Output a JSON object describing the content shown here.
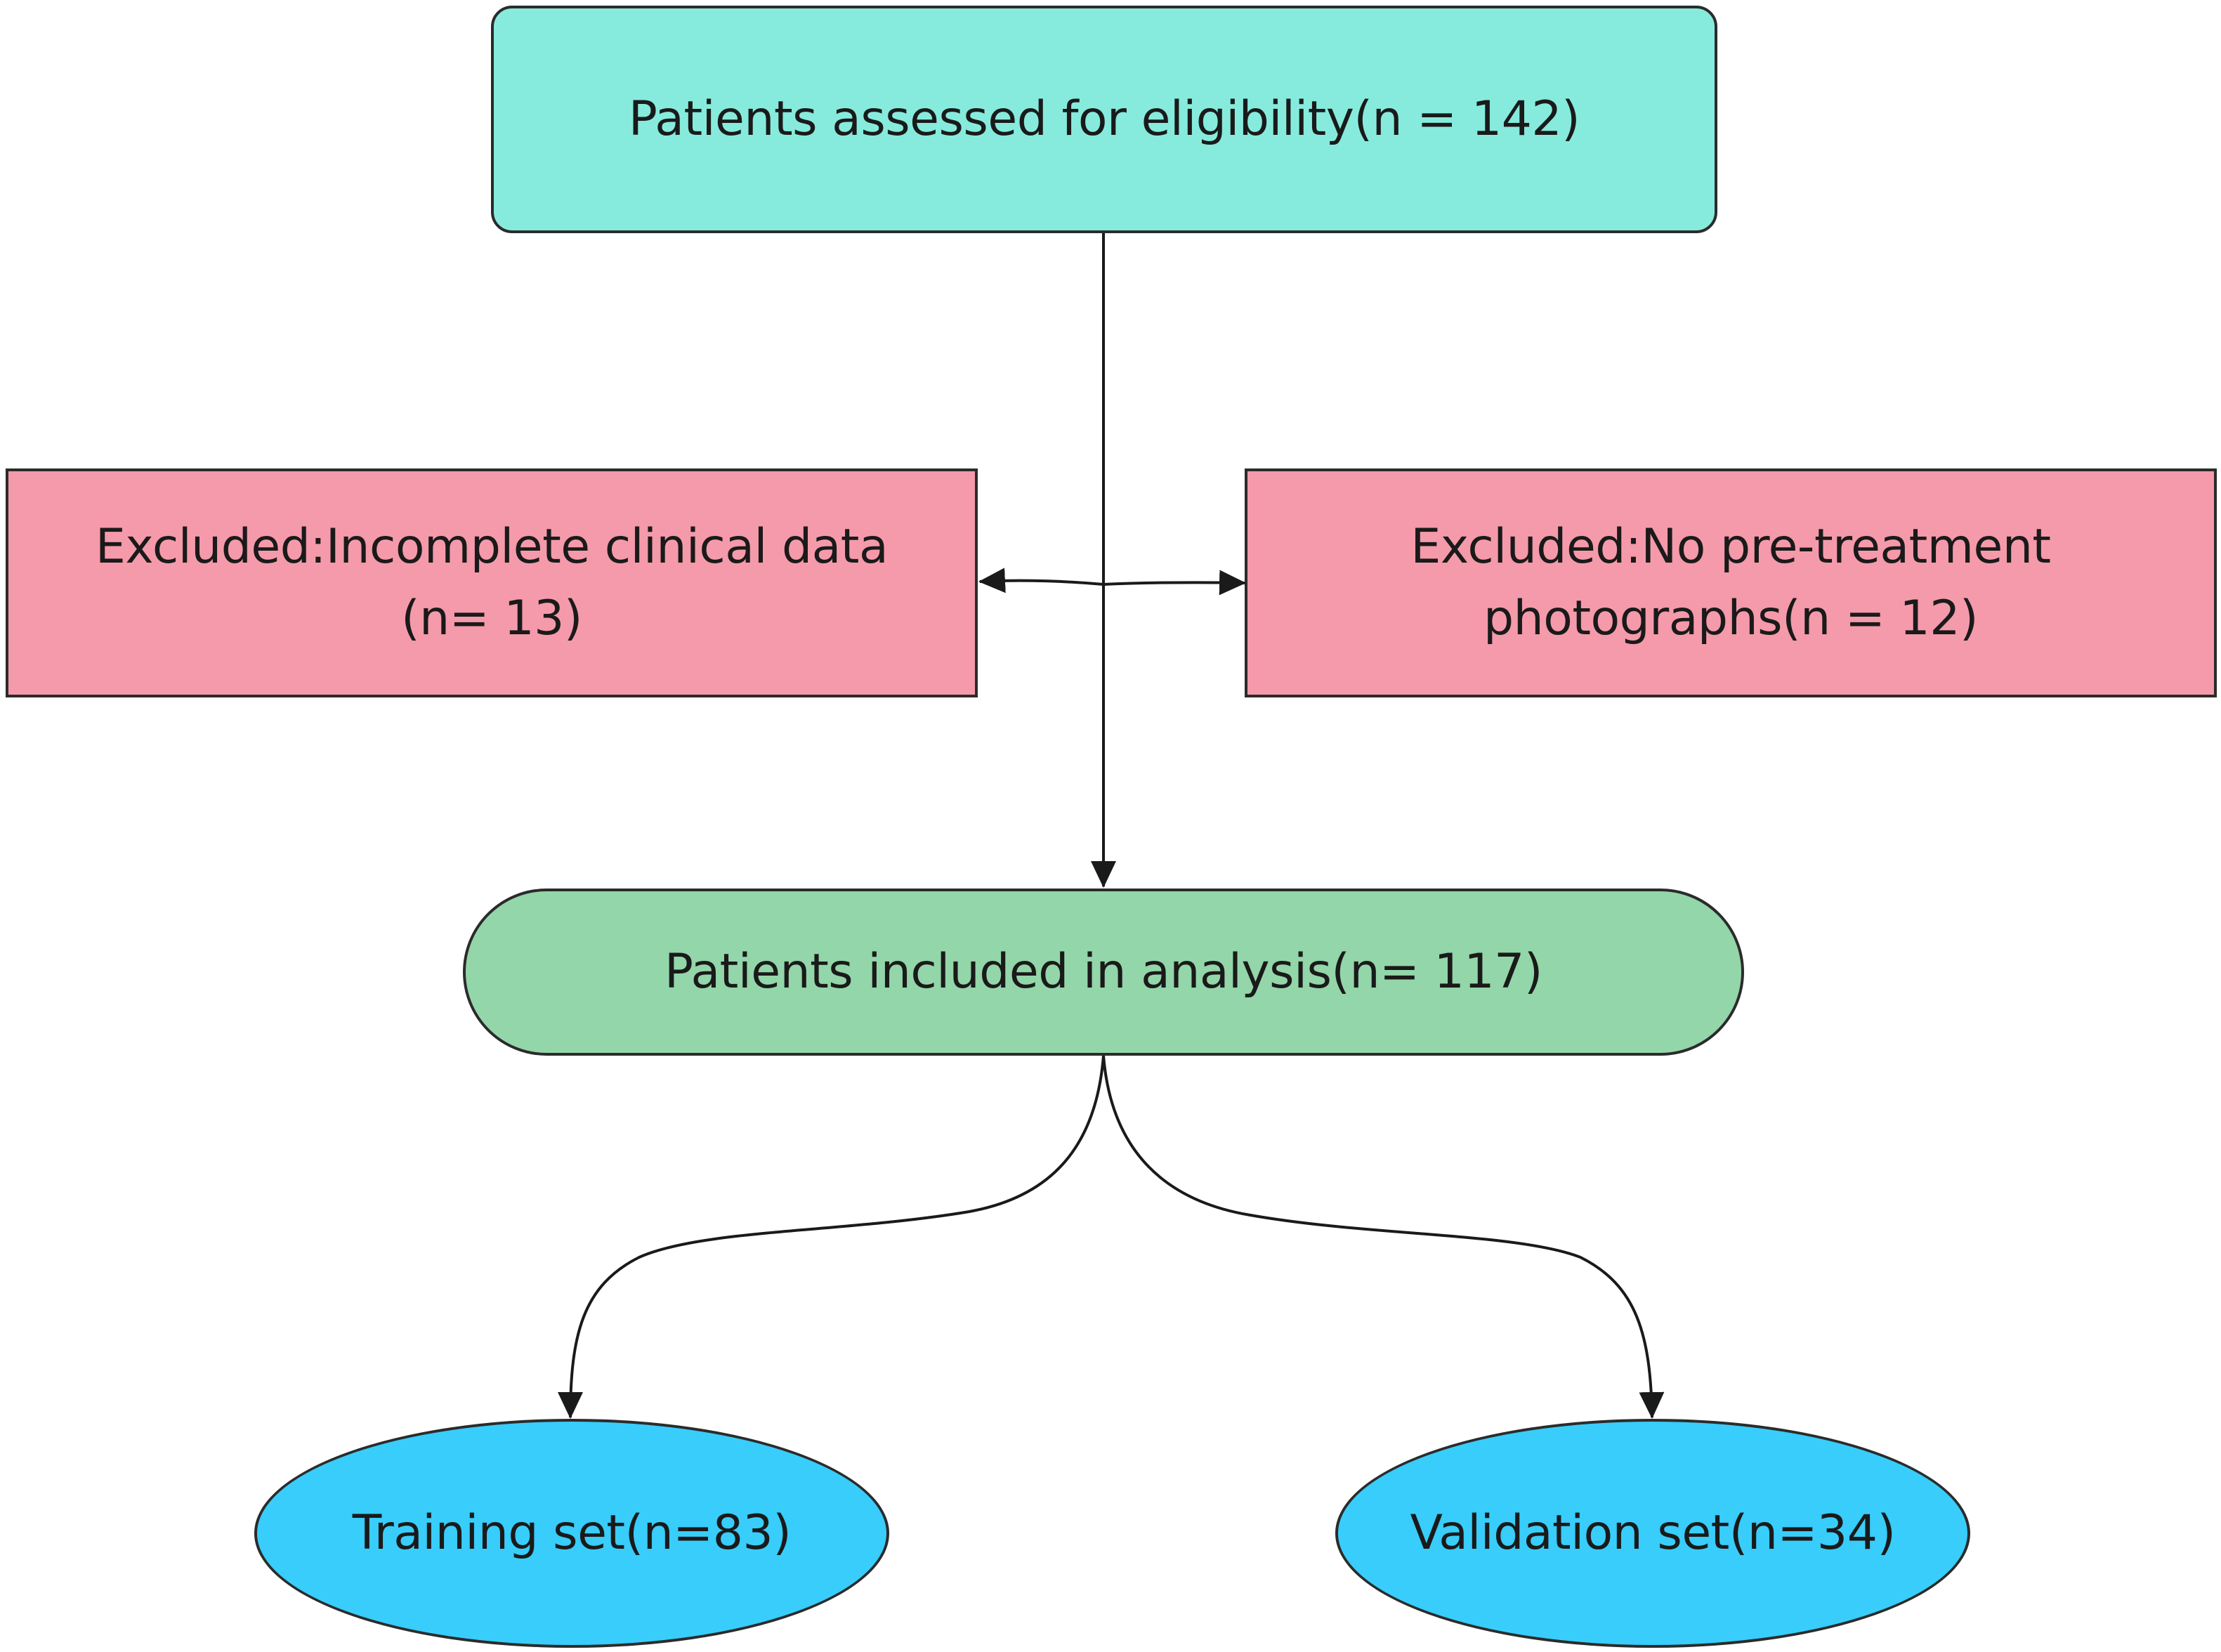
{
  "nodes": {
    "eligibility": {
      "text": "Patients assessed for eligibility(n = 142)"
    },
    "excluded_clinical": {
      "line1": "Excluded:Incomplete clinical data",
      "line2": "(n= 13)"
    },
    "excluded_photos": {
      "line1": "Excluded:No pre-treatment",
      "line2": "photographs(n = 12)"
    },
    "included": {
      "text": "Patients included in analysis(n= 117)"
    },
    "training": {
      "text": "Training set(n=83)"
    },
    "validation": {
      "text": "Validation set(n=34)"
    }
  },
  "colors": {
    "eligibility_fill": "#86ebdd",
    "excluded_fill": "#f59aaa",
    "included_fill": "#93d6a9",
    "split_fill": "#38cdfb",
    "stroke": "#2b2b2b"
  }
}
